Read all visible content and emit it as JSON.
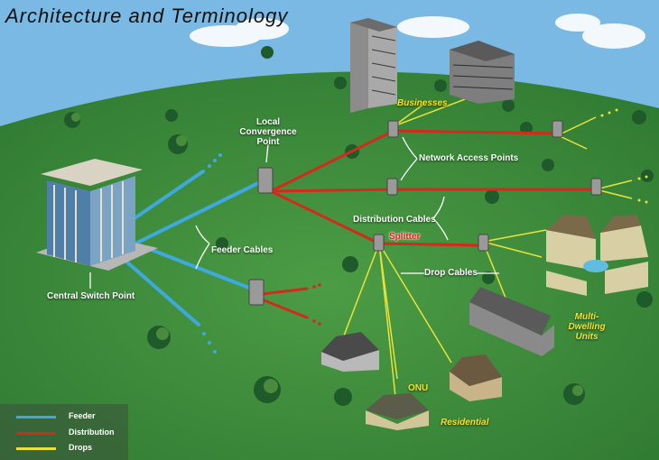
{
  "title": "Architecture and Terminology",
  "labels": {
    "local_convergence_point": "Local Convergence Point",
    "businesses": "Businesses",
    "network_access_points": "Network Access Points",
    "distribution_cables": "Distribution Cables",
    "splitter": "Splitter",
    "feeder_cables": "Feeder Cables",
    "central_switch_point": "Central Switch Point",
    "drop_cables": "Drop Cables",
    "multi_dwelling_units": "Multi-Dwelling Units",
    "onu": "ONU",
    "residential": "Residential"
  },
  "legend": [
    {
      "label": "Feeder",
      "color": "#3fa9df"
    },
    {
      "label": "Distribution",
      "color": "#d42a1c"
    },
    {
      "label": "Drops",
      "color": "#e8e23a"
    }
  ],
  "colors": {
    "sky": "#6fb3df",
    "grass": "#3d8a3a",
    "feeder": "#3fa9df",
    "distribution": "#d42a1c",
    "drops": "#e8e23a"
  }
}
